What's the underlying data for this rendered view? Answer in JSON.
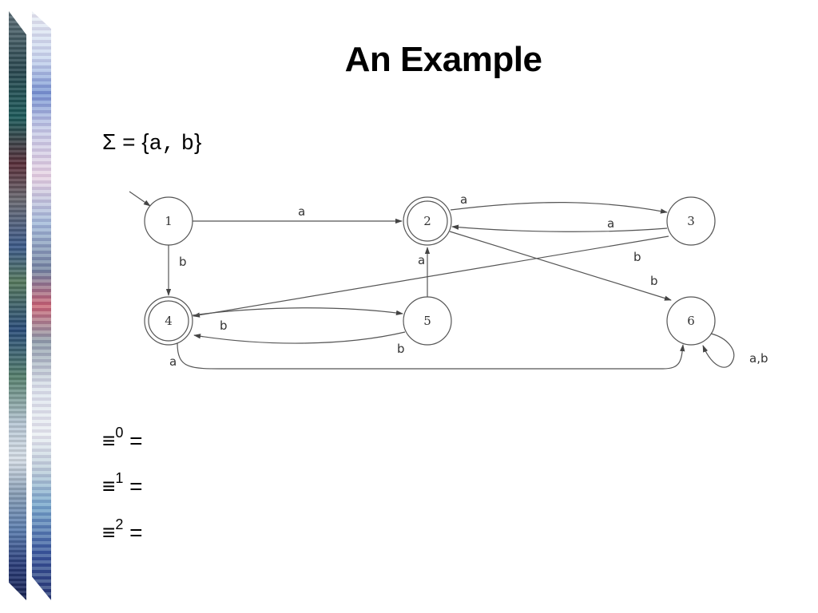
{
  "title": "An Example",
  "alphabet": {
    "sigma": "Σ",
    "equals": "=",
    "open_brace": "{",
    "symbol_a": "a",
    "comma": ",",
    "symbol_b": "b",
    "close_brace": "}"
  },
  "diagram": {
    "states": [
      {
        "label": "1",
        "start": true,
        "accepting": false
      },
      {
        "label": "2",
        "start": false,
        "accepting": true
      },
      {
        "label": "3",
        "start": false,
        "accepting": false
      },
      {
        "label": "4",
        "start": false,
        "accepting": true
      },
      {
        "label": "5",
        "start": false,
        "accepting": false
      },
      {
        "label": "6",
        "start": false,
        "accepting": false
      }
    ],
    "transitions": [
      {
        "from": "1",
        "to": "2",
        "label": "a"
      },
      {
        "from": "1",
        "to": "4",
        "label": "b"
      },
      {
        "from": "2",
        "to": "3",
        "label": "a"
      },
      {
        "from": "3",
        "to": "2",
        "label": "a"
      },
      {
        "from": "3",
        "to": "4",
        "label": "b"
      },
      {
        "from": "2",
        "to": "6",
        "label": "b"
      },
      {
        "from": "4",
        "to": "5",
        "label": "b"
      },
      {
        "from": "5",
        "to": "4",
        "label": "b"
      },
      {
        "from": "5",
        "to": "2",
        "label": "a"
      },
      {
        "from": "4",
        "to": "6",
        "label": "a"
      },
      {
        "from": "6",
        "to": "6",
        "label": "a,b"
      }
    ]
  },
  "equivalences": [
    {
      "symbol": "≡",
      "superscript": "0",
      "equals": "="
    },
    {
      "symbol": "≡",
      "superscript": "1",
      "equals": "="
    },
    {
      "symbol": "≡",
      "superscript": "2",
      "equals": "="
    }
  ],
  "colors": {
    "ink": "#000000",
    "diagram_stroke": "#555555",
    "diagram_text": "#333333"
  }
}
